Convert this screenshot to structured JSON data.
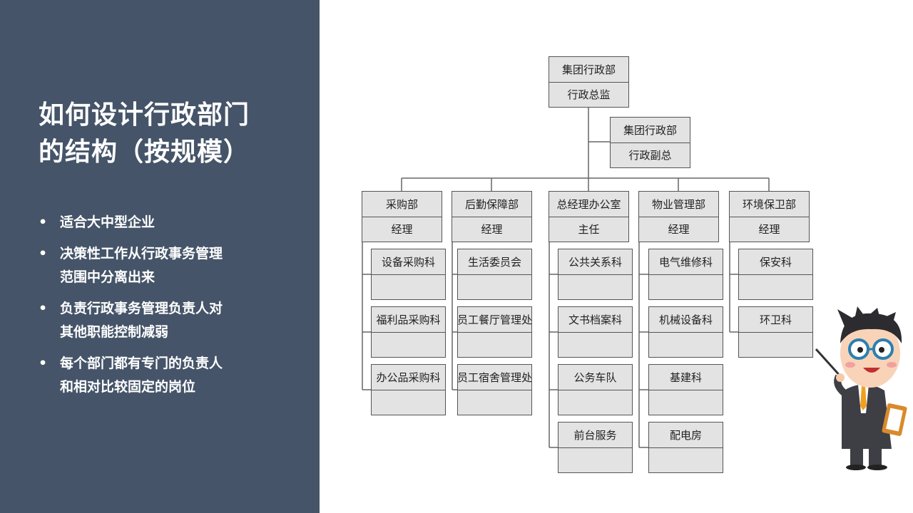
{
  "slide": {
    "title_lines": [
      "如何设计行政部门",
      "的结构（按规模）"
    ],
    "bullets": [
      {
        "lines": [
          "适合大中型企业"
        ]
      },
      {
        "lines": [
          "决策性工作从行政事务管理",
          "范围中分离出来"
        ]
      },
      {
        "lines": [
          "负责行政事务管理负责人对",
          "其他职能控制减弱"
        ]
      },
      {
        "lines": [
          "每个部门都有专门的负责人",
          "和相对比较固定的岗位"
        ]
      }
    ],
    "bullet_glyph": "•"
  },
  "org_chart": {
    "root": {
      "name": "集团行政部",
      "title": "行政总监"
    },
    "deputy": {
      "name": "集团行政部",
      "title": "行政副总"
    },
    "departments": [
      {
        "name": "采购部",
        "title": "经理",
        "sections": [
          "设备采购科",
          "福利品采购科",
          "办公品采购科"
        ]
      },
      {
        "name": "后勤保障部",
        "title": "经理",
        "sections": [
          "生活委员会",
          "员工餐厅管理处",
          "员工宿舍管理处"
        ]
      },
      {
        "name": "总经理办公室",
        "title": "主任",
        "sections": [
          "公共关系科",
          "文书档案科",
          "公务车队",
          "前台服务"
        ]
      },
      {
        "name": "物业管理部",
        "title": "经理",
        "sections": [
          "电气维修科",
          "机械设备科",
          "基建科",
          "配电房"
        ]
      },
      {
        "name": "环境保卫部",
        "title": "经理",
        "sections": [
          "保安科",
          "环卫科"
        ]
      }
    ]
  },
  "colors": {
    "panel": "#455468",
    "box_fill": "#e3e3e3",
    "box_border": "#555555",
    "line": "#666666"
  },
  "decor": {
    "figure": "cartoon-teacher-with-pointer"
  }
}
